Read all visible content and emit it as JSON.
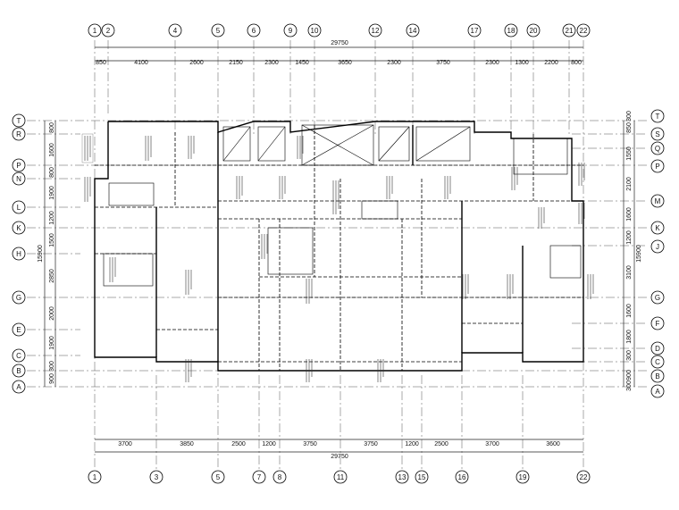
{
  "drawing": {
    "total_dim": "29750",
    "top_axes": [
      "1",
      "2",
      "4",
      "5",
      "6",
      "9",
      "10",
      "12",
      "14",
      "17",
      "18",
      "20",
      "21",
      "22"
    ],
    "top_dims": [
      "850",
      "4100",
      "2600",
      "2150",
      "2300",
      "1450",
      "3650",
      "2300",
      "3750",
      "2300",
      "1300",
      "2200",
      "800"
    ],
    "bottom_axes": [
      "1",
      "3",
      "5",
      "7",
      "8",
      "11",
      "13",
      "15",
      "16",
      "19",
      "22"
    ],
    "bottom_dims": [
      "3700",
      "3850",
      "2500",
      "1200",
      "3750",
      "3750",
      "1200",
      "2500",
      "3700",
      "3600"
    ],
    "left_axes": [
      "T",
      "R",
      "P",
      "N",
      "L",
      "K",
      "H",
      "G",
      "E",
      "C",
      "B",
      "A"
    ],
    "left_dims": [
      "800",
      "1600",
      "800",
      "1900",
      "1200",
      "1500",
      "2850",
      "2000",
      "1900",
      "900",
      "300"
    ],
    "left_total": "15900",
    "right_axes": [
      "T",
      "S",
      "Q",
      "P",
      "M",
      "K",
      "J",
      "G",
      "F",
      "D",
      "C",
      "B",
      "A"
    ],
    "right_dims": [
      "300",
      "850",
      "1550",
      "2100",
      "1600",
      "1200",
      "3100",
      "1600",
      "1800",
      "300",
      "900",
      "300"
    ],
    "right_total": "15900"
  }
}
